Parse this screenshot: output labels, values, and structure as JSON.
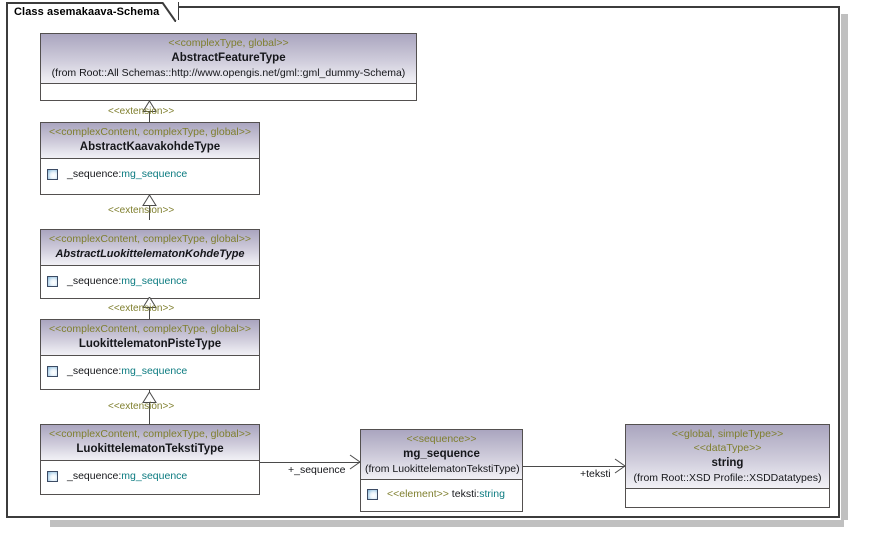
{
  "diagram": {
    "title": "Class asemakaava-Schema",
    "colors": {
      "frame_border": "#3c3c3c",
      "box_border": "#53504f",
      "header_gradient_top": "#aaa5bf",
      "header_gradient_bottom": "#f1f0f5",
      "stereotype_text": "#7f7f2e",
      "type_text": "#0c7b80",
      "body_text": "#15161a",
      "connector": "#4a4a4a",
      "shadow": "#c0c0c0"
    }
  },
  "classes": {
    "abstract_feature_type": {
      "stereotype": "<<complexType, global>>",
      "name": "AbstractFeatureType",
      "from": "(from Root::All Schemas::http://www.opengis.net/gml::gml_dummy-Schema)",
      "attributes": []
    },
    "abstract_kaavakohde_type": {
      "stereotype": "<<complexContent, complexType, global>>",
      "name": "AbstractKaavakohdeType",
      "attributes": [
        {
          "name": "_sequence",
          "type": "mg_sequence",
          "display": "_sequence:mg_sequence"
        }
      ]
    },
    "abstract_luokittelematon_kohde_type": {
      "stereotype": "<<complexContent, complexType, global>>",
      "name": "AbstractLuokittelematonKohdeType",
      "attributes": [
        {
          "name": "_sequence",
          "type": "mg_sequence",
          "display": "_sequence:mg_sequence"
        }
      ]
    },
    "luokittelematon_piste_type": {
      "stereotype": "<<complexContent, complexType, global>>",
      "name": "LuokittelematonPisteType",
      "attributes": [
        {
          "name": "_sequence",
          "type": "mg_sequence",
          "display": "_sequence:mg_sequence"
        }
      ]
    },
    "luokittelematon_teksti_type": {
      "stereotype": "<<complexContent, complexType, global>>",
      "name": "LuokittelematonTekstiType",
      "attributes": [
        {
          "name": "_sequence",
          "type": "mg_sequence",
          "display": "_sequence:mg_sequence"
        }
      ]
    },
    "mg_sequence": {
      "stereotype": "<<sequence>>",
      "name": "mg_sequence",
      "from": "(from LuokittelematonTekstiType)",
      "attributes": [
        {
          "stereotype": "<<element>>",
          "name": "teksti",
          "type": "string",
          "display": "teksti:string"
        }
      ]
    },
    "string_type": {
      "stereotype": "<<global, simpleType>>",
      "stereotype2": "<<dataType>>",
      "name": "string",
      "from": "(from Root::XSD Profile::XSDDatatypes)",
      "attributes": []
    }
  },
  "connectors": {
    "ext1": {
      "label": "<<extension>>",
      "kind": "generalization"
    },
    "ext2": {
      "label": "<<extension>>",
      "kind": "generalization"
    },
    "ext3": {
      "label": "<<extension>>",
      "kind": "generalization"
    },
    "ext4": {
      "label": "<<extension>>",
      "kind": "generalization"
    },
    "assoc_sequence": {
      "label": "+_sequence",
      "kind": "association"
    },
    "assoc_teksti": {
      "label": "+teksti",
      "kind": "association"
    }
  }
}
